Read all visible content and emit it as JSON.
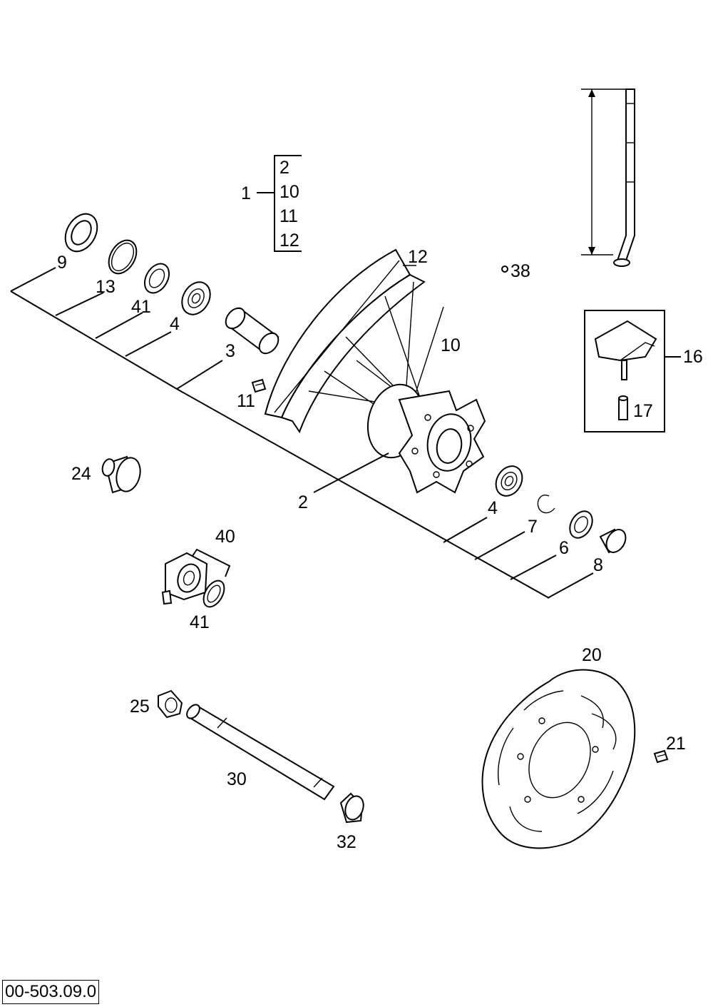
{
  "kit": {
    "number": "1",
    "contents": [
      "2",
      "10",
      "11",
      "12"
    ]
  },
  "callouts": {
    "c9": "9",
    "c13": "13",
    "c41a": "41",
    "c4a": "4",
    "c3": "3",
    "c12": "12",
    "c10": "10",
    "c11": "11",
    "c2": "2",
    "c38": "38",
    "c16": "16",
    "c17": "17",
    "c24": "24",
    "c40": "40",
    "c41b": "41",
    "c4b": "4",
    "c7": "7",
    "c6": "6",
    "c8": "8",
    "c20": "20",
    "c21": "21",
    "c25": "25",
    "c30": "30",
    "c32": "32"
  },
  "drawing_number": "00-503.09.0"
}
